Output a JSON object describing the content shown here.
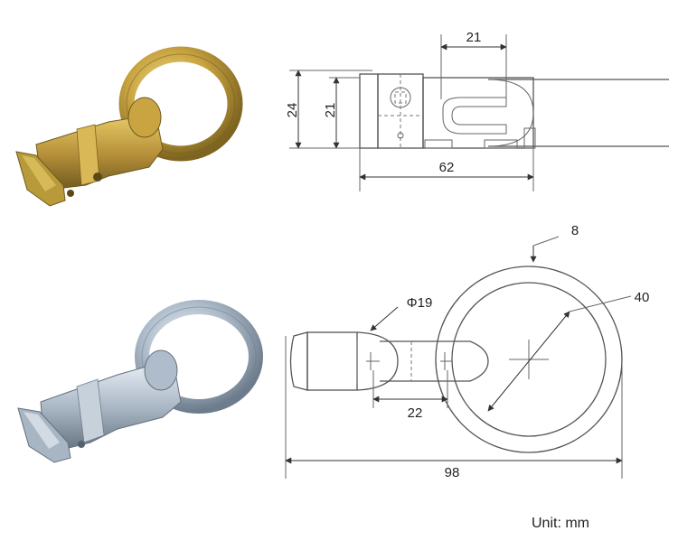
{
  "photos": {
    "gold": {
      "name": "zinc-yellow ring fitting photo",
      "color_body": "#b89a3a",
      "color_ring": "#c9a441",
      "color_hi": "#e8d27a"
    },
    "silver": {
      "name": "zinc-plated ring fitting photo",
      "color_body": "#a9b6c4",
      "color_ring": "#b9c5d1",
      "color_hi": "#e6edf4"
    }
  },
  "side_view": {
    "dims": {
      "top_width": "21",
      "height_outer": "24",
      "height_inner": "21",
      "length": "62"
    }
  },
  "top_view": {
    "dims": {
      "ring_thickness": "8",
      "ring_diameter": "40",
      "stud_diameter": "Φ19",
      "stud_offset": "22",
      "overall_length": "98"
    }
  },
  "unit_label": "Unit: mm"
}
